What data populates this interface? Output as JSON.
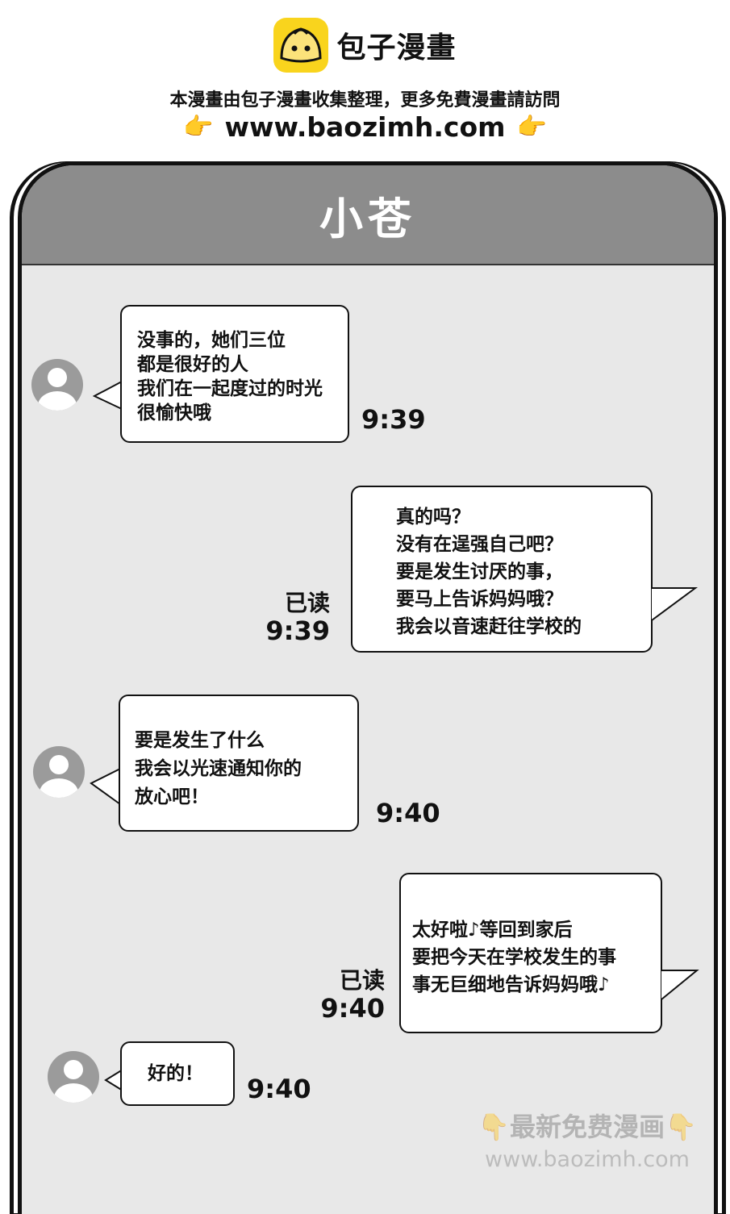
{
  "site": {
    "logo_text": "包子漫畫",
    "notice": "本漫畫由包子漫畫收集整理，更多免費漫畫請訪問",
    "url": "www.baozimh.com",
    "hand_icon": "👉"
  },
  "chat": {
    "contact_name": "小苍",
    "messages": [
      {
        "side": "left",
        "lines": [
          "没事的，她们三位",
          "都是很好的人",
          "我们在一起度过的时光",
          "很愉快哦"
        ],
        "time": "9:39"
      },
      {
        "side": "right",
        "lines": [
          "真的吗？",
          "没有在逞强自己吧？",
          "要是发生讨厌的事，",
          "要马上告诉妈妈哦？",
          "我会以音速赶往学校的"
        ],
        "read": "已读",
        "time": "9:39"
      },
      {
        "side": "left",
        "lines": [
          "要是发生了什么",
          "我会以光速通知你的",
          "放心吧！"
        ],
        "time": "9:40"
      },
      {
        "side": "right",
        "lines": [
          "太好啦♪等回到家后",
          "要把今天在学校发生的事",
          "事无巨细地告诉妈妈哦♪"
        ],
        "read": "已读",
        "time": "9:40"
      },
      {
        "side": "left",
        "lines": [
          "好的！"
        ],
        "time": "9:40"
      }
    ]
  },
  "watermark": {
    "top": "👇最新免费漫画👇",
    "bottom": "www.baozimh.com"
  }
}
